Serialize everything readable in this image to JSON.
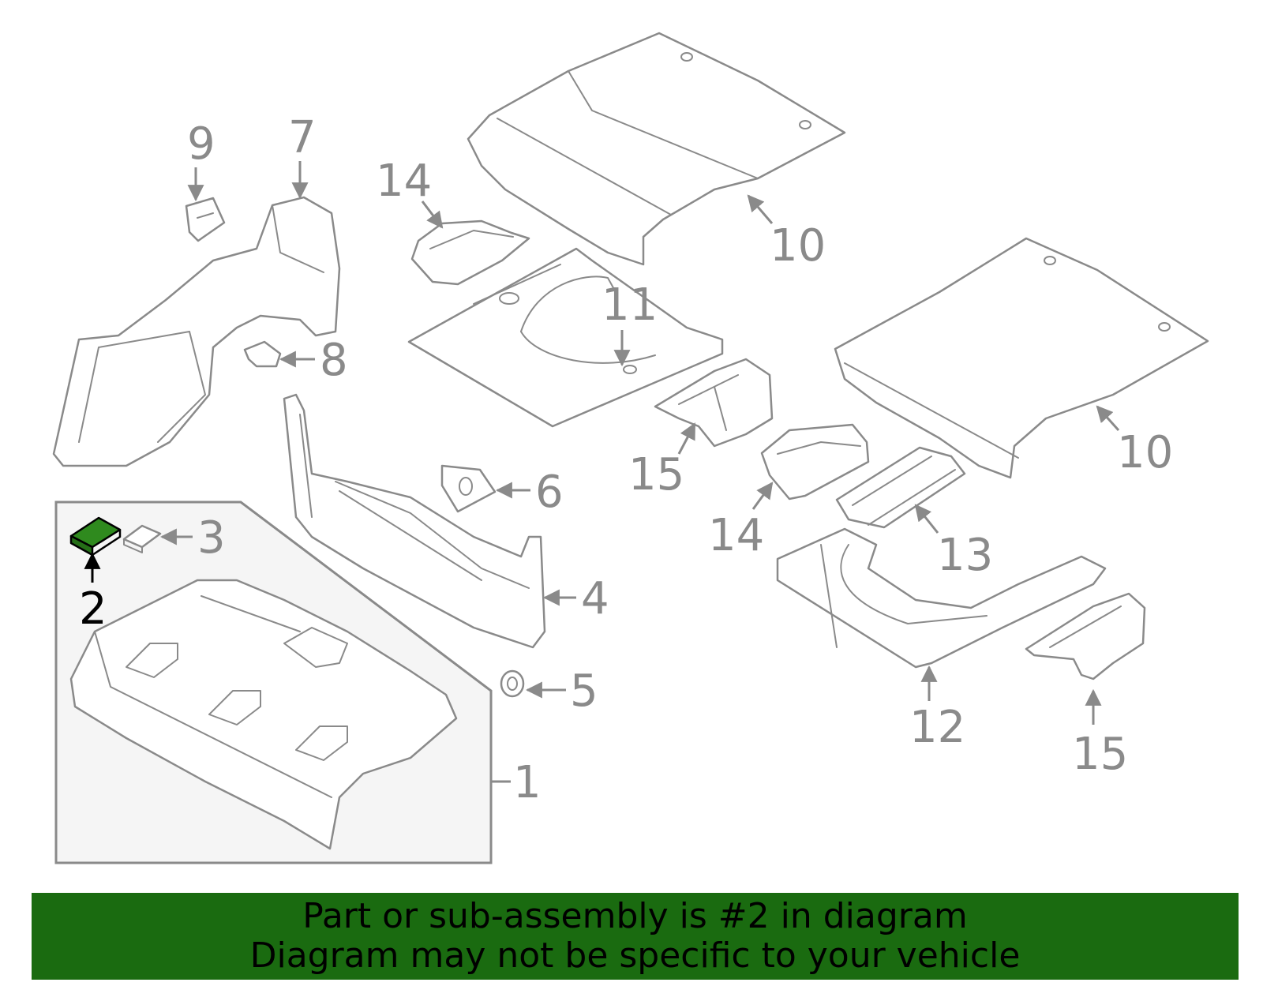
{
  "callouts": {
    "c1": "1",
    "c2": "2",
    "c3": "3",
    "c4": "4",
    "c5": "5",
    "c6": "6",
    "c7": "7",
    "c8": "8",
    "c9": "9",
    "c10a": "10",
    "c10b": "10",
    "c11": "11",
    "c12": "12",
    "c13": "13",
    "c14a": "14",
    "c14b": "14",
    "c15a": "15",
    "c15b": "15"
  },
  "highlighted_part": "2",
  "colors": {
    "highlight": "#2f8a1e",
    "banner": "#1a6b10",
    "line": "#8a8a8a"
  },
  "banner": {
    "line1": "Part or sub-assembly is #2 in diagram",
    "line2": "Diagram may not be specific to your vehicle"
  }
}
